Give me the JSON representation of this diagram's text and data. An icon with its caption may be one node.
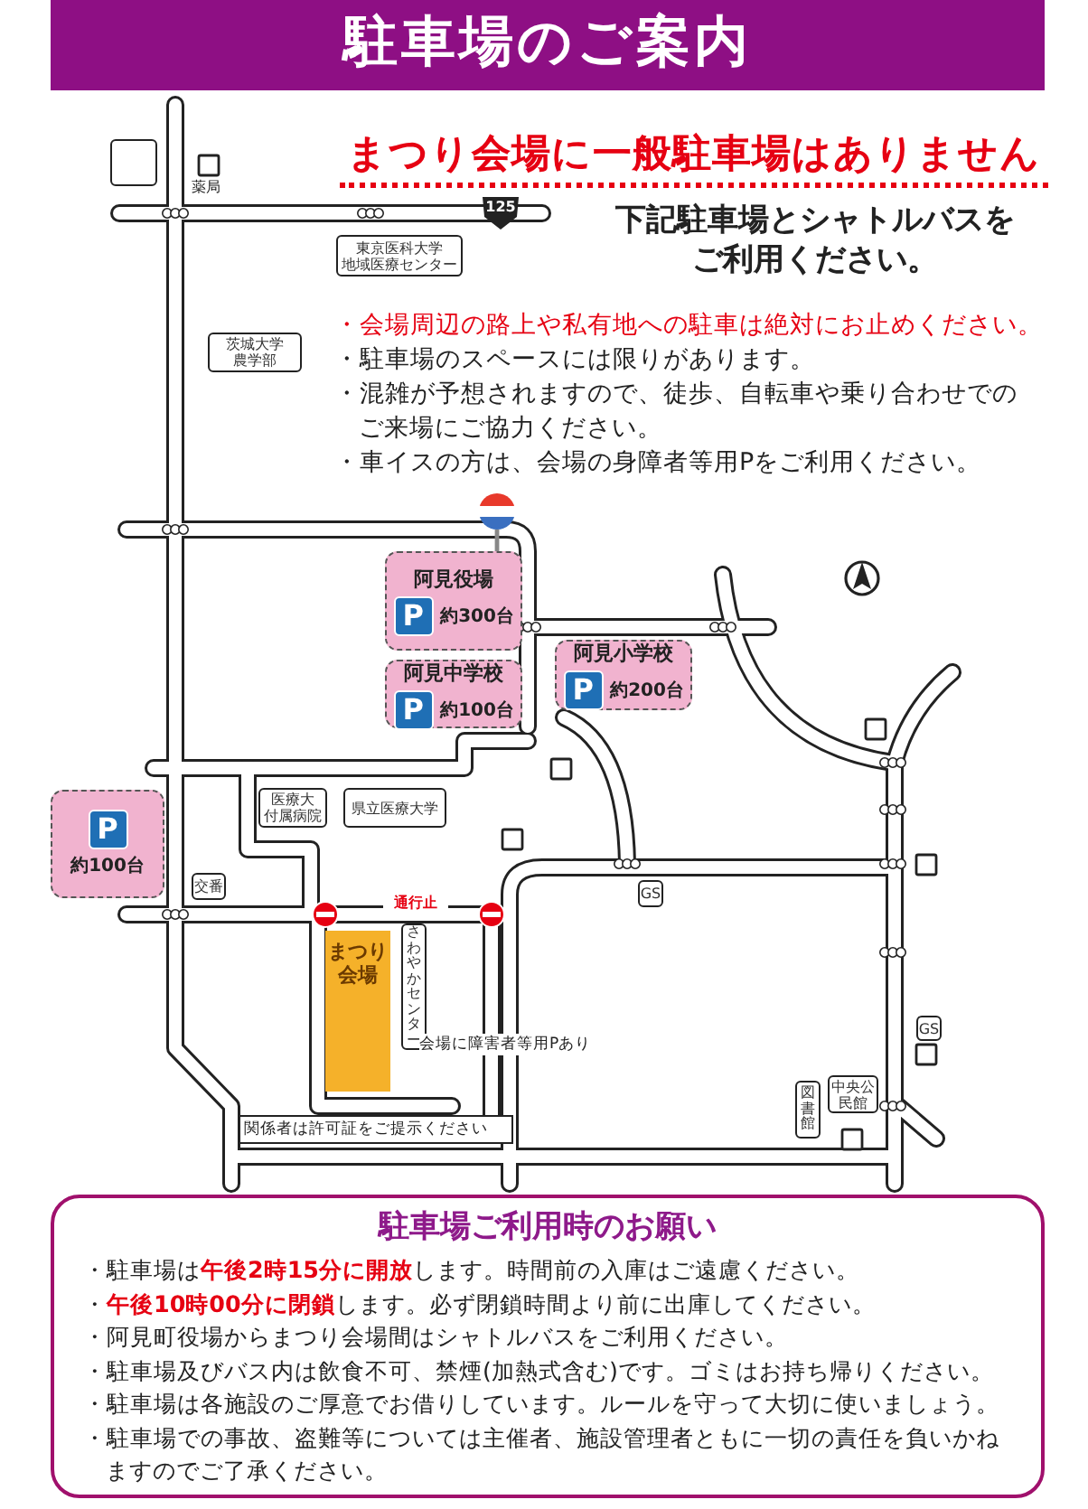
{
  "diagram": {
    "title": "駐車場のご案内",
    "nodes": [
      {
        "text": [],
        "shape": "box"
      },
      {
        "text": [
          "東京医科大学",
          "地域医療センター"
        ]
      },
      {
        "text": [
          "茨城大学",
          "農学部"
        ]
      },
      {
        "text": [
          "阿見役場",
          "P",
          "約300台"
        ]
      },
      {
        "text": [
          "阿見中学校",
          "P",
          "約100台"
        ]
      },
      {
        "text": [
          "阿見小学校",
          "P",
          "約200台"
        ]
      },
      {
        "text": [
          "P",
          "約100台"
        ]
      },
      {
        "text": [
          "医療大",
          "付属病院"
        ]
      },
      {
        "text": [
          "県立医療大学"
        ]
      },
      {
        "text": [
          "交番"
        ]
      },
      {
        "text": [
          "GS"
        ]
      },
      {
        "text": [
          "まつり会場"
        ]
      },
      {
        "text": [
          "さわやかセンター"
        ]
      },
      {
        "text": [
          "GS"
        ]
      },
      {
        "text": [
          "中央公民館"
        ]
      },
      {
        "text": [
          "図書館"
        ]
      },
      {
        "text": [
          "駐車場ご利用時のお願い",
          "・駐車場は**午後2時15分に開放**します。時間前の入庫はご遠慮ください。",
          "・**午後10時00分に閉鎖**します。必ず閉鎖時間より前に出庫してください。",
          "・阿見町役場からまつり会場間はシャトルバスをご利用ください。",
          "・駐車場及びバス内は飲食不可、禁煙(加熱式含む)です。ゴミはお持ち帰りください。",
          "・駐車場は各施設のご厚意でお借りしています。ルールを守って大切に使いましょう。",
          "・駐車場での事故、盗難等については主催者、施設管理者ともに一切の責任を負いかねますのでご了承ください。"
        ]
      }
    ],
    "labels": [
      "まつり会場に一般駐車場はありません",
      "下記駐車場とシャトルバスをご利用ください。",
      "・会場周辺の路上や私有地への駐車は絶対にお止めください。",
      "・駐車場のスペースには限りがあります。",
      "・混雑が予想されますので、徒歩、自転車や乗り合わせでのご来場にご協力ください。",
      "・車イスの方は、会場の身障者等用Pをご利用ください。",
      "薬局",
      "125",
      "通行止",
      "会場に障害者等用Pあり",
      "関係者は許可証をご提示ください"
    ]
  }
}
